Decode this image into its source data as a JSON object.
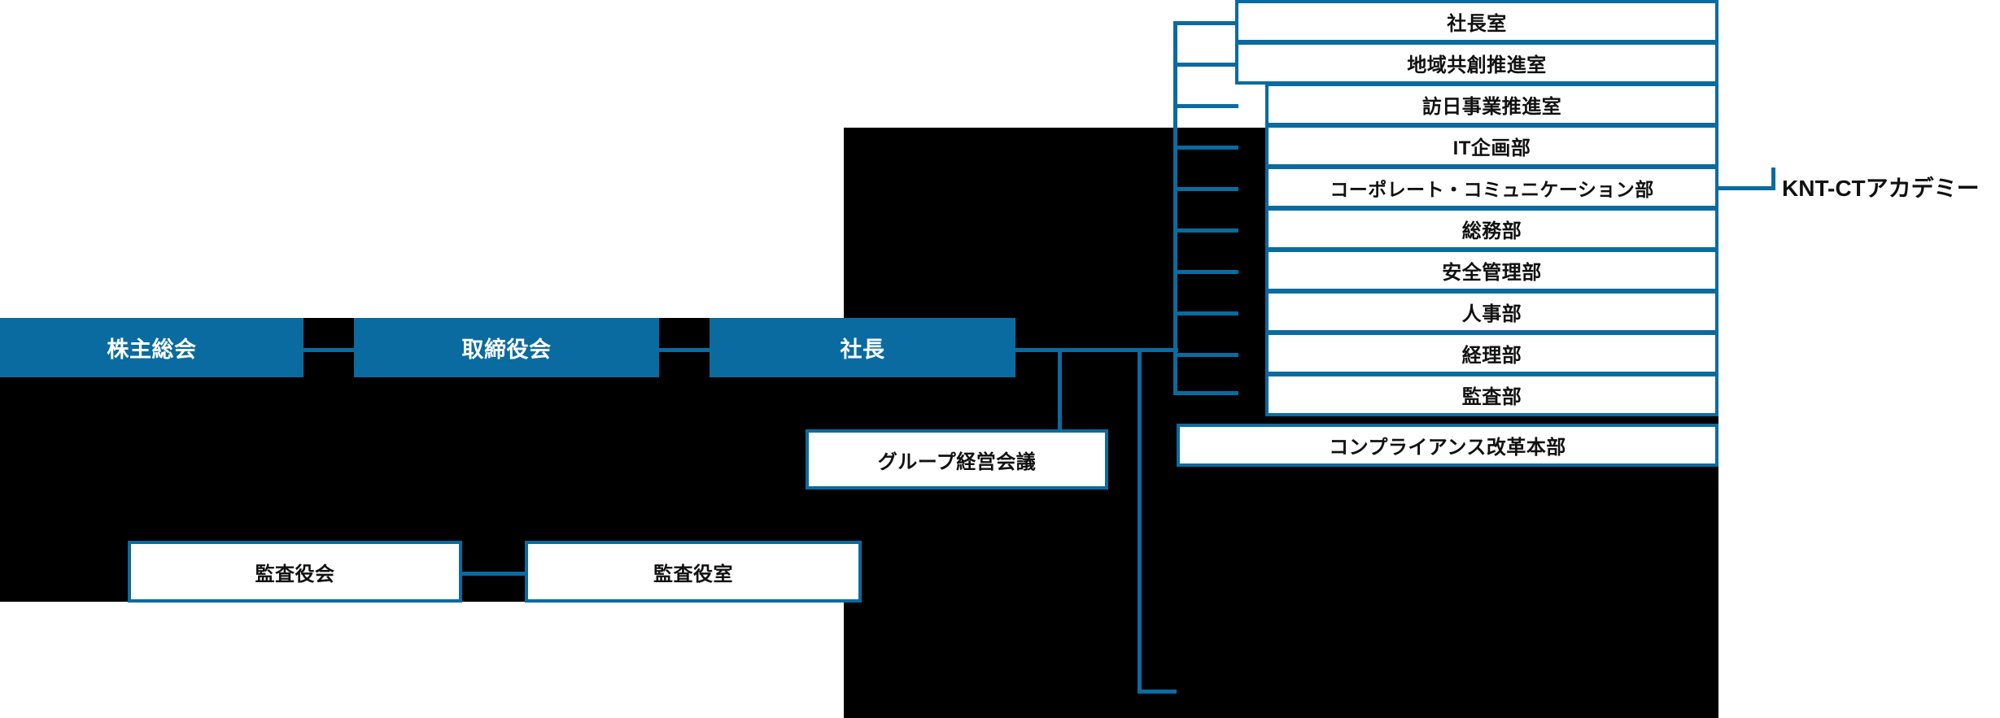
{
  "chart_data": {
    "type": "diagram",
    "title": "",
    "diagram_kind": "organization-chart",
    "colors": {
      "accent": "#0a6ba0",
      "box_fill_primary": "#0a6ba0",
      "box_fill_secondary": "#ffffff",
      "text_on_primary": "#ffffff",
      "text_on_secondary": "#111111",
      "transparent_background_rendered": "#000000"
    },
    "nodes": [
      {
        "id": "shareholders",
        "label": "株主総会",
        "style": "filled",
        "level": 0
      },
      {
        "id": "board",
        "label": "取締役会",
        "style": "filled",
        "level": 1
      },
      {
        "id": "president",
        "label": "社長",
        "style": "filled",
        "level": 2
      },
      {
        "id": "auditors_board",
        "label": "監査役会",
        "style": "outline",
        "level": 1
      },
      {
        "id": "auditors_office",
        "label": "監査役室",
        "style": "outline",
        "level": 2
      },
      {
        "id": "group_mgmt_meeting",
        "label": "グループ経営会議",
        "style": "outline",
        "level": 3
      },
      {
        "id": "president_office",
        "label": "社長室",
        "style": "outline",
        "level": 3
      },
      {
        "id": "regional_cocreation",
        "label": "地域共創推進室",
        "style": "outline",
        "level": 3
      },
      {
        "id": "inbound_business",
        "label": "訪日事業推進室",
        "style": "outline",
        "level": 3
      },
      {
        "id": "it_planning",
        "label": "IT企画部",
        "style": "outline",
        "level": 3
      },
      {
        "id": "corporate_comm",
        "label": "コーポレート・コミュニケーション部",
        "style": "outline",
        "level": 3
      },
      {
        "id": "general_affairs",
        "label": "総務部",
        "style": "outline",
        "level": 3
      },
      {
        "id": "safety_mgmt",
        "label": "安全管理部",
        "style": "outline",
        "level": 3
      },
      {
        "id": "human_resources",
        "label": "人事部",
        "style": "outline",
        "level": 3
      },
      {
        "id": "accounting",
        "label": "経理部",
        "style": "outline",
        "level": 3
      },
      {
        "id": "audit_dept",
        "label": "監査部",
        "style": "outline",
        "level": 3
      },
      {
        "id": "compliance_reform",
        "label": "コンプライアンス改革本部",
        "style": "outline",
        "level": 3
      },
      {
        "id": "knt_ct_academy",
        "label": "KNT-CTアカデミー",
        "style": "plain-text",
        "level": 4
      }
    ],
    "edges": [
      {
        "from": "shareholders",
        "to": "board"
      },
      {
        "from": "board",
        "to": "president"
      },
      {
        "from": "auditors_board",
        "to": "auditors_office"
      },
      {
        "from": "president",
        "to": "group_mgmt_meeting"
      },
      {
        "from": "president",
        "to": "president_office"
      },
      {
        "from": "president",
        "to": "regional_cocreation"
      },
      {
        "from": "president",
        "to": "inbound_business"
      },
      {
        "from": "president",
        "to": "it_planning"
      },
      {
        "from": "president",
        "to": "corporate_comm"
      },
      {
        "from": "president",
        "to": "general_affairs"
      },
      {
        "from": "president",
        "to": "safety_mgmt"
      },
      {
        "from": "president",
        "to": "human_resources"
      },
      {
        "from": "president",
        "to": "accounting"
      },
      {
        "from": "president",
        "to": "audit_dept"
      },
      {
        "from": "president",
        "to": "compliance_reform"
      },
      {
        "from": "corporate_comm",
        "to": "knt_ct_academy"
      }
    ]
  },
  "top_row": {
    "shareholders_meeting": "株主総会",
    "board_of_directors": "取締役会",
    "president": "社長"
  },
  "audit_row": {
    "auditors_board": "監査役会",
    "auditors_office": "監査役室"
  },
  "meeting": {
    "group_management_meeting": "グループ経営会議"
  },
  "divisions": [
    {
      "label": "社長室"
    },
    {
      "label": "地域共創推進室"
    },
    {
      "label": "訪日事業推進室"
    },
    {
      "label": "IT企画部"
    },
    {
      "label": "コーポレート・コミュニケーション部"
    },
    {
      "label": "総務部"
    },
    {
      "label": "安全管理部"
    },
    {
      "label": "人事部"
    },
    {
      "label": "経理部"
    },
    {
      "label": "監査部"
    }
  ],
  "headquarters": {
    "compliance_reform": "コンプライアンス改革本部"
  },
  "affiliate": {
    "knt_ct_academy": "KNT-CTアカデミー"
  }
}
